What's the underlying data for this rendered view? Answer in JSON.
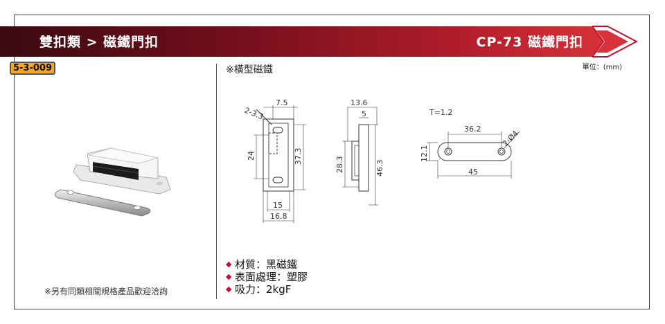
{
  "header": {
    "breadcrumb": "雙扣類 > 磁鐵門扣",
    "product_title": "CP-73   磁鐵門扣"
  },
  "product_code": "5-3-009",
  "unit_label": "單位：(mm)",
  "section_title": "※橫型磁鐵",
  "drawing": {
    "front_view": {
      "hole_label": "2-3.3",
      "top_width": "7.5",
      "inner_height": "24",
      "total_height": "37.3",
      "base_inner_width": "15",
      "base_total_width": "16.8"
    },
    "side_view": {
      "depth_total": "13.6",
      "depth_inner": "5",
      "height_inner": "28.3",
      "height_total": "46.3"
    },
    "plate_view": {
      "thickness": "T=1.2",
      "hole_spacing": "36.2",
      "hole_label": "2-Ø4",
      "height": "12.1",
      "length": "45"
    }
  },
  "specs": [
    "材質：黑磁鐵",
    "表面處理：塑膠",
    "吸力：2kgF"
  ],
  "footer_note": "※另有同類相關規格產品歡迎洽詢",
  "colors": {
    "banner_dark": "#3a0a10",
    "banner_light": "#d8323a",
    "badge": "#f5a623",
    "bullet": "#c8102e"
  }
}
